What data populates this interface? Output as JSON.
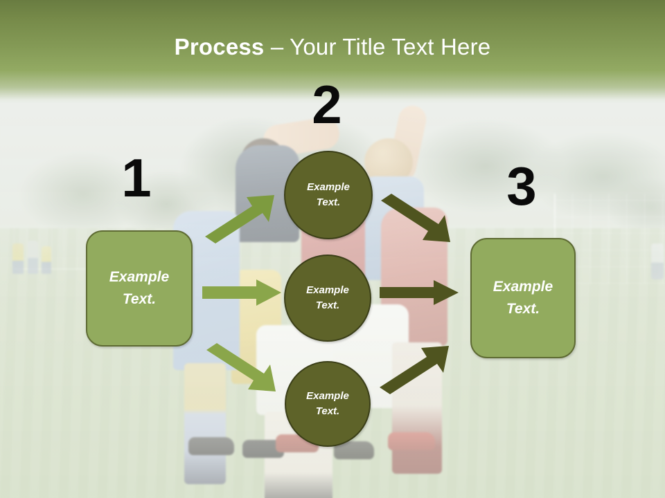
{
  "slide": {
    "title": {
      "bold_part": "Process",
      "light_part": " – Your Title Text Here"
    },
    "header_color_top": "#697c41",
    "header_color_bottom": "#93aa63"
  },
  "background": {
    "description": "faded photograph of a youth soccer team huddling on a grass pitch with trees behind"
  },
  "steps": [
    {
      "number": "1",
      "label_line1": "Example",
      "label_line2": "Text."
    },
    {
      "number": "2",
      "label_line1": "Example",
      "label_line2": "Text."
    },
    {
      "number": "3",
      "label_line1": "Example",
      "label_line2": "Text."
    }
  ],
  "boxes": {
    "left": {
      "line1": "Example",
      "line2": "Text.",
      "fill": "#92ab5e",
      "stroke": "#5e6b33"
    },
    "right": {
      "line1": "Example",
      "line2": "Text.",
      "fill": "#92ab5e",
      "stroke": "#5e6b33"
    }
  },
  "circles": [
    {
      "id": "top",
      "line1": "Example",
      "line2": "Text.",
      "fill": "#5e6329",
      "stroke": "#3b3f18"
    },
    {
      "id": "middle",
      "line1": "Example",
      "line2": "Text.",
      "fill": "#5e6329",
      "stroke": "#3b3f18"
    },
    {
      "id": "bottom",
      "line1": "Example",
      "line2": "Text.",
      "fill": "#5e6329",
      "stroke": "#3b3f18"
    }
  ],
  "arrows": {
    "light_color": "#7d9b3f",
    "dark_color": "#4f541f",
    "items": [
      {
        "id": "left-to-top",
        "direction": "up-right",
        "color": "#7d9b3f"
      },
      {
        "id": "left-to-middle",
        "direction": "right",
        "color": "#8aa64a"
      },
      {
        "id": "left-to-bottom",
        "direction": "down-right",
        "color": "#8aa64a"
      },
      {
        "id": "top-to-right",
        "direction": "down-right",
        "color": "#4f541f"
      },
      {
        "id": "middle-to-right",
        "direction": "right",
        "color": "#4f541f"
      },
      {
        "id": "bottom-to-right",
        "direction": "up-right",
        "color": "#4f541f"
      }
    ]
  }
}
